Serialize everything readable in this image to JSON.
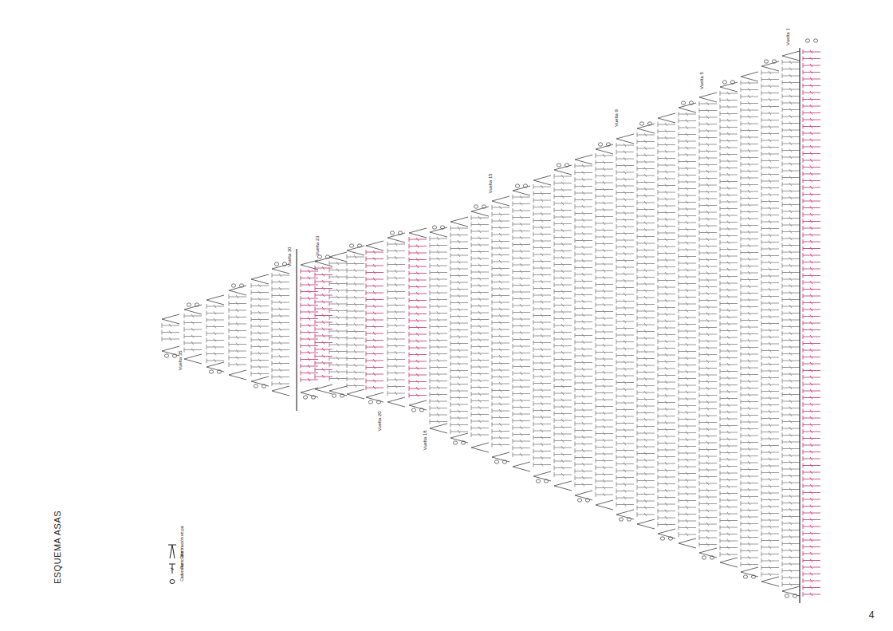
{
  "diagram": {
    "title": "ESQUEMA ASAS",
    "labels": [
      "Vuelta 1",
      "Vuelta 5",
      "Vuelta 9",
      "Vuelta 15",
      "Vuelta 18",
      "Vuelta 20",
      "Vuelta 23",
      "Vuelta 30",
      "Vuelta 35",
      "4"
    ],
    "legend": [
      {
        "text": "Cadeneta"
      },
      {
        "text": "Punto alto"
      },
      {
        "text": "Disminución en pa"
      }
    ]
  }
}
